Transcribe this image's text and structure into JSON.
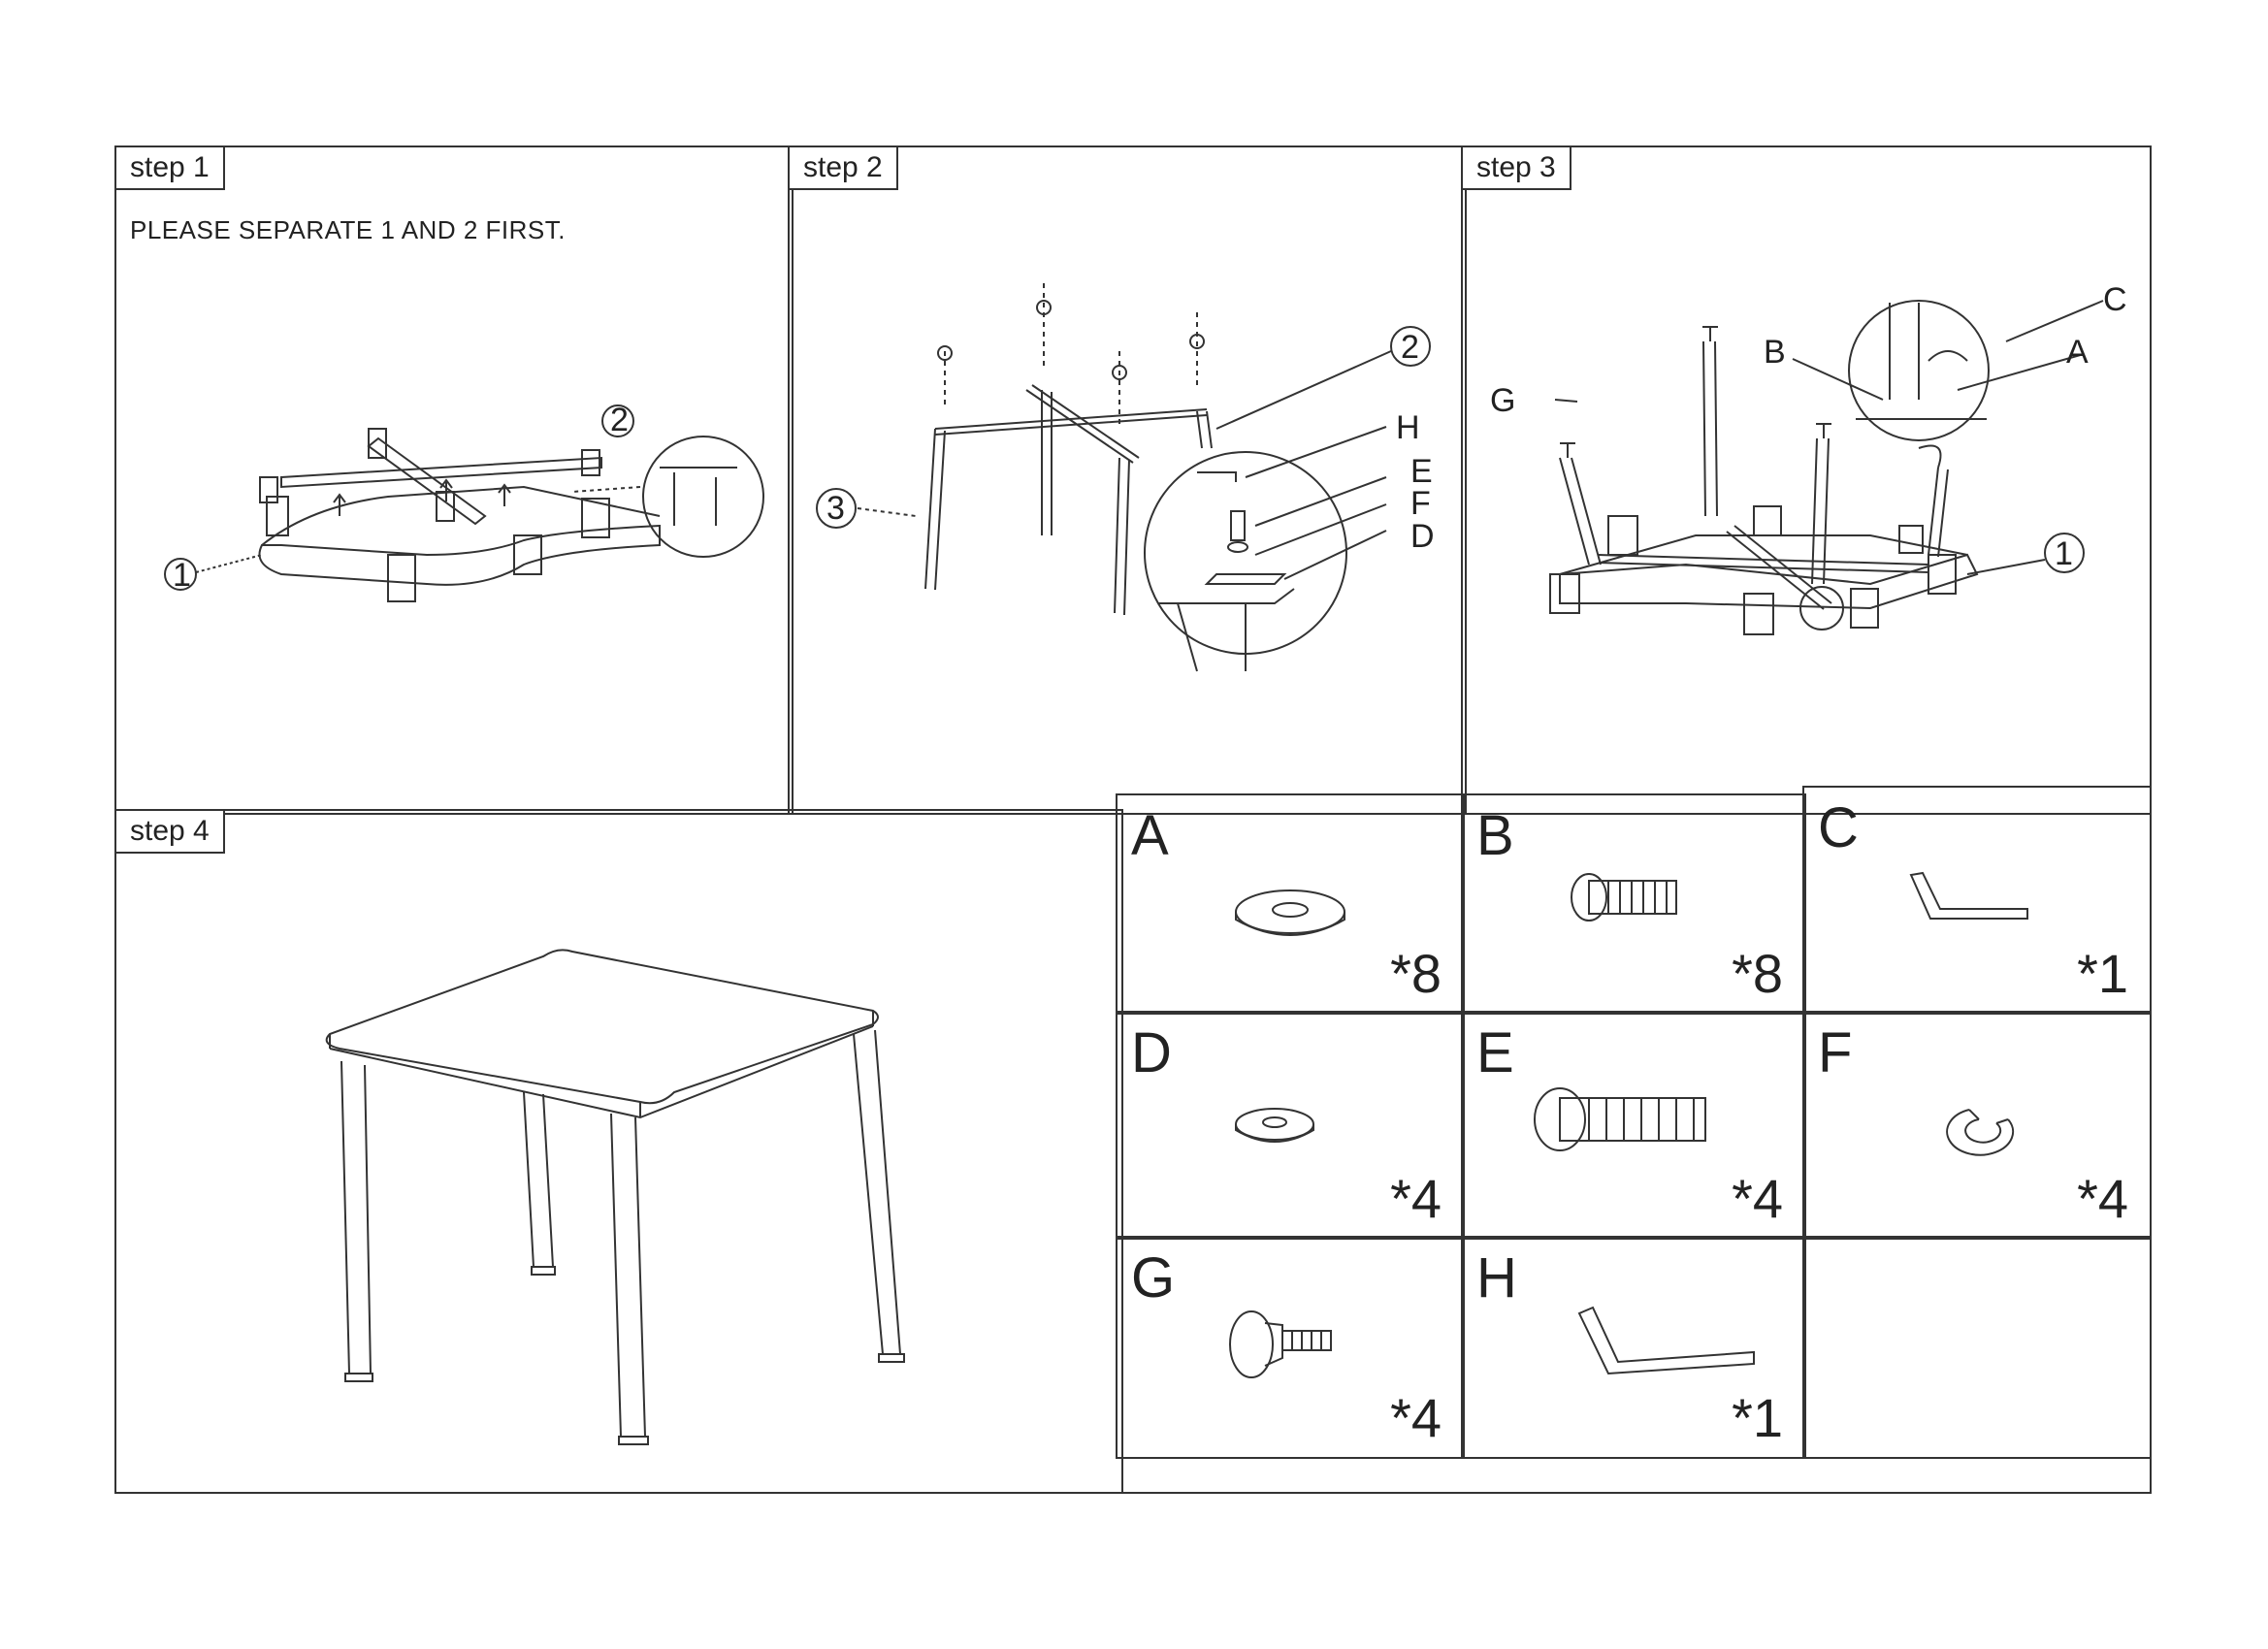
{
  "steps": [
    {
      "label": "step 1",
      "note": "PLEASE SEPARATE   1 AND 2 FIRST.",
      "callouts": [
        "1",
        "2"
      ]
    },
    {
      "label": "step 2",
      "callouts": [
        "2",
        "3",
        "H",
        "E",
        "F",
        "D"
      ]
    },
    {
      "label": "step 3",
      "callouts": [
        "G",
        "B",
        "C",
        "A",
        "1"
      ]
    },
    {
      "label": "step 4"
    }
  ],
  "parts": [
    {
      "letter": "A",
      "qty": "*8",
      "icon": "flat-washer-icon"
    },
    {
      "letter": "B",
      "qty": "*8",
      "icon": "short-bolt-icon"
    },
    {
      "letter": "C",
      "qty": "*1",
      "icon": "small-hex-key-icon"
    },
    {
      "letter": "D",
      "qty": "*4",
      "icon": "washer-icon"
    },
    {
      "letter": "E",
      "qty": "*4",
      "icon": "long-bolt-icon"
    },
    {
      "letter": "F",
      "qty": "*4",
      "icon": "spring-washer-icon"
    },
    {
      "letter": "G",
      "qty": "*4",
      "icon": "leveling-foot-icon"
    },
    {
      "letter": "H",
      "qty": "*1",
      "icon": "large-hex-key-icon"
    }
  ]
}
